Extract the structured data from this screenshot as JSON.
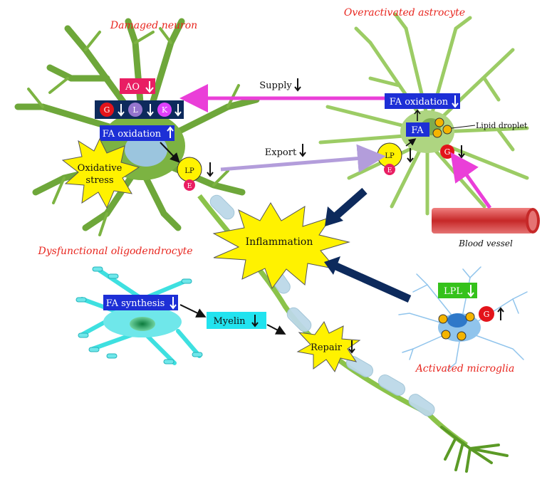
{
  "cells": {
    "damaged_neuron": "Damaged neuron",
    "overactivated_astrocyte": "Overactivated astrocyte",
    "dysfunctional_oligodendrocyte": "Dysfunctional oligodendrocyte",
    "activated_microglia": "Activated microglia",
    "blood_vessel": "Blood vessel"
  },
  "neuron": {
    "ao": "AO",
    "g": "G",
    "l": "L",
    "k": "K",
    "fa_oxidation": "FA oxidation",
    "lp": "LP",
    "e": "E",
    "oxidative_stress_line1": "Oxidative",
    "oxidative_stress_line2": "stress"
  },
  "astrocyte": {
    "fa_oxidation": "FA oxidation",
    "fa": "FA",
    "lipid_droplet": "Lipid droplet",
    "lp": "LP",
    "e": "E",
    "g": "G"
  },
  "arrows": {
    "supply": "Supply",
    "export": "Export"
  },
  "center": {
    "inflammation": "Inflammation",
    "repair": "Repair"
  },
  "oligodendrocyte": {
    "fa_synthesis": "FA synthesis",
    "myelin": "Myelin"
  },
  "microglia": {
    "lpl": "LPL",
    "g": "G"
  },
  "colors": {
    "neuron_green": "#7cb342",
    "astrocyte_green": "#9ccc65",
    "magenta_arrow": "#ea3fd8",
    "lavender_arrow": "#b39ddb",
    "navy_arrow": "#0d2a5c",
    "fa_box_blue": "#1d2fd6",
    "ao_pink": "#e91e63",
    "myelin_cyan": "#22e3ef",
    "lpl_green": "#35c21b",
    "star_yellow": "#fff200",
    "red_label": "#e8261f"
  }
}
